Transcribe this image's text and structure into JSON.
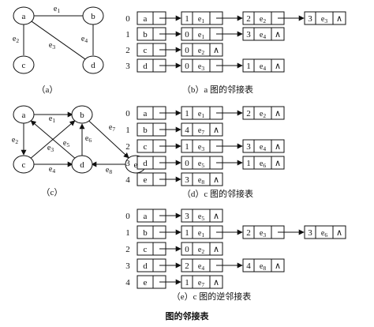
{
  "graph_a": {
    "vertices": [
      "a",
      "b",
      "c",
      "d"
    ],
    "edges": [
      {
        "from": "a",
        "to": "b",
        "label": "e1",
        "directed": false
      },
      {
        "from": "a",
        "to": "c",
        "label": "e2",
        "directed": false
      },
      {
        "from": "a",
        "to": "d",
        "label": "e3",
        "directed": false
      },
      {
        "from": "b",
        "to": "d",
        "label": "e4",
        "directed": false
      }
    ],
    "caption": "（a）"
  },
  "graph_c": {
    "vertices": [
      "a",
      "b",
      "c",
      "d",
      "e"
    ],
    "edges": [
      {
        "from": "a",
        "to": "b",
        "label": "e1",
        "directed": true
      },
      {
        "from": "a",
        "to": "c",
        "label": "e2",
        "directed": true
      },
      {
        "from": "c",
        "to": "b",
        "label": "e3",
        "directed": true
      },
      {
        "from": "c",
        "to": "d",
        "label": "e4",
        "directed": true
      },
      {
        "from": "d",
        "to": "a",
        "label": "e5",
        "directed": true
      },
      {
        "from": "d",
        "to": "b",
        "label": "e6",
        "directed": true
      },
      {
        "from": "b",
        "to": "e",
        "label": "e7",
        "directed": true
      },
      {
        "from": "e",
        "to": "d",
        "label": "e8",
        "directed": true
      }
    ],
    "caption": "（c）"
  },
  "list_b": {
    "caption": "（b）a 图的邻接表",
    "rows": [
      {
        "index": "0",
        "vertex": "a",
        "nodes": [
          {
            "adj": "1",
            "edge": "e1"
          },
          {
            "adj": "2",
            "edge": "e2"
          },
          {
            "adj": "3",
            "edge": "e3"
          }
        ]
      },
      {
        "index": "1",
        "vertex": "b",
        "nodes": [
          {
            "adj": "0",
            "edge": "e1"
          },
          {
            "adj": "3",
            "edge": "e4"
          }
        ]
      },
      {
        "index": "2",
        "vertex": "c",
        "nodes": [
          {
            "adj": "0",
            "edge": "e2"
          }
        ]
      },
      {
        "index": "3",
        "vertex": "d",
        "nodes": [
          {
            "adj": "0",
            "edge": "e3"
          },
          {
            "adj": "1",
            "edge": "e4"
          }
        ]
      }
    ]
  },
  "list_d": {
    "caption": "（d）c 图的邻接表",
    "rows": [
      {
        "index": "0",
        "vertex": "a",
        "nodes": [
          {
            "adj": "1",
            "edge": "e1"
          },
          {
            "adj": "2",
            "edge": "e2"
          }
        ]
      },
      {
        "index": "1",
        "vertex": "b",
        "nodes": [
          {
            "adj": "4",
            "edge": "e7"
          }
        ]
      },
      {
        "index": "2",
        "vertex": "c",
        "nodes": [
          {
            "adj": "1",
            "edge": "e3"
          },
          {
            "adj": "3",
            "edge": "e4"
          }
        ]
      },
      {
        "index": "3",
        "vertex": "d",
        "nodes": [
          {
            "adj": "0",
            "edge": "e5"
          },
          {
            "adj": "1",
            "edge": "e6"
          }
        ]
      },
      {
        "index": "4",
        "vertex": "e",
        "nodes": [
          {
            "adj": "3",
            "edge": "e8"
          }
        ]
      }
    ]
  },
  "list_e": {
    "caption": "（e）c 图的逆邻接表",
    "rows": [
      {
        "index": "0",
        "vertex": "a",
        "nodes": [
          {
            "adj": "3",
            "edge": "e5"
          }
        ]
      },
      {
        "index": "1",
        "vertex": "b",
        "nodes": [
          {
            "adj": "1",
            "edge": "e1"
          },
          {
            "adj": "2",
            "edge": "e3"
          },
          {
            "adj": "3",
            "edge": "e6"
          }
        ]
      },
      {
        "index": "2",
        "vertex": "c",
        "nodes": [
          {
            "adj": "0",
            "edge": "e2"
          }
        ]
      },
      {
        "index": "3",
        "vertex": "d",
        "nodes": [
          {
            "adj": "2",
            "edge": "e4"
          },
          {
            "adj": "4",
            "edge": "e8"
          }
        ]
      },
      {
        "index": "4",
        "vertex": "e",
        "nodes": [
          {
            "adj": "1",
            "edge": "e7"
          }
        ]
      }
    ]
  },
  "figure_title": "图的邻接表",
  "null_symbol": "∧"
}
